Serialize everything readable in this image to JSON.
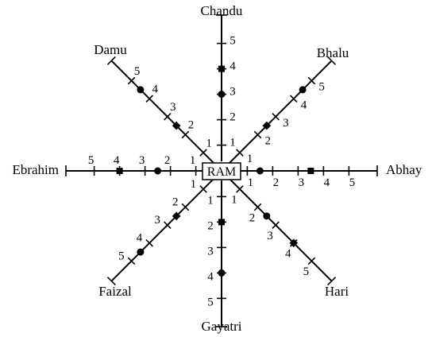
{
  "diagram": {
    "center_label": "RAM",
    "rays": [
      {
        "key": "chandu",
        "name": "Chandu",
        "marker": {
          "at": 3,
          "shape": "circle"
        },
        "marker2": {
          "at": 4,
          "shape": "square"
        }
      },
      {
        "key": "bhalu",
        "name": "Bhalu",
        "marker": {
          "at": 2.5,
          "shape": "diamond"
        },
        "marker2": {
          "at": 4.5,
          "shape": "circle"
        }
      },
      {
        "key": "abhay",
        "name": "Abhay",
        "marker": {
          "at": 1.5,
          "shape": "circle"
        },
        "marker2": {
          "at": 3.5,
          "shape": "square"
        }
      },
      {
        "key": "hari",
        "name": "Hari",
        "marker": {
          "at": 2.5,
          "shape": "circle"
        },
        "marker2": {
          "at": 4,
          "shape": "diamond"
        }
      },
      {
        "key": "gayatri",
        "name": "Gayatri",
        "marker": {
          "at": 2,
          "shape": "square"
        },
        "marker2": {
          "at": 4,
          "shape": "circle"
        }
      },
      {
        "key": "faizal",
        "name": "Faizal",
        "marker": {
          "at": 2.5,
          "shape": "diamond"
        },
        "marker2": {
          "at": 4.5,
          "shape": "circle"
        }
      },
      {
        "key": "ebrahim",
        "name": "Ebrahim",
        "marker": {
          "at": 2.5,
          "shape": "circle"
        },
        "marker2": {
          "at": 4,
          "shape": "square"
        }
      },
      {
        "key": "damu",
        "name": "Damu",
        "marker": {
          "at": 2.5,
          "shape": "diamond"
        },
        "marker2": {
          "at": 4.5,
          "shape": "circle"
        }
      }
    ],
    "tick_labels": [
      "1",
      "2",
      "3",
      "4",
      "5"
    ]
  }
}
